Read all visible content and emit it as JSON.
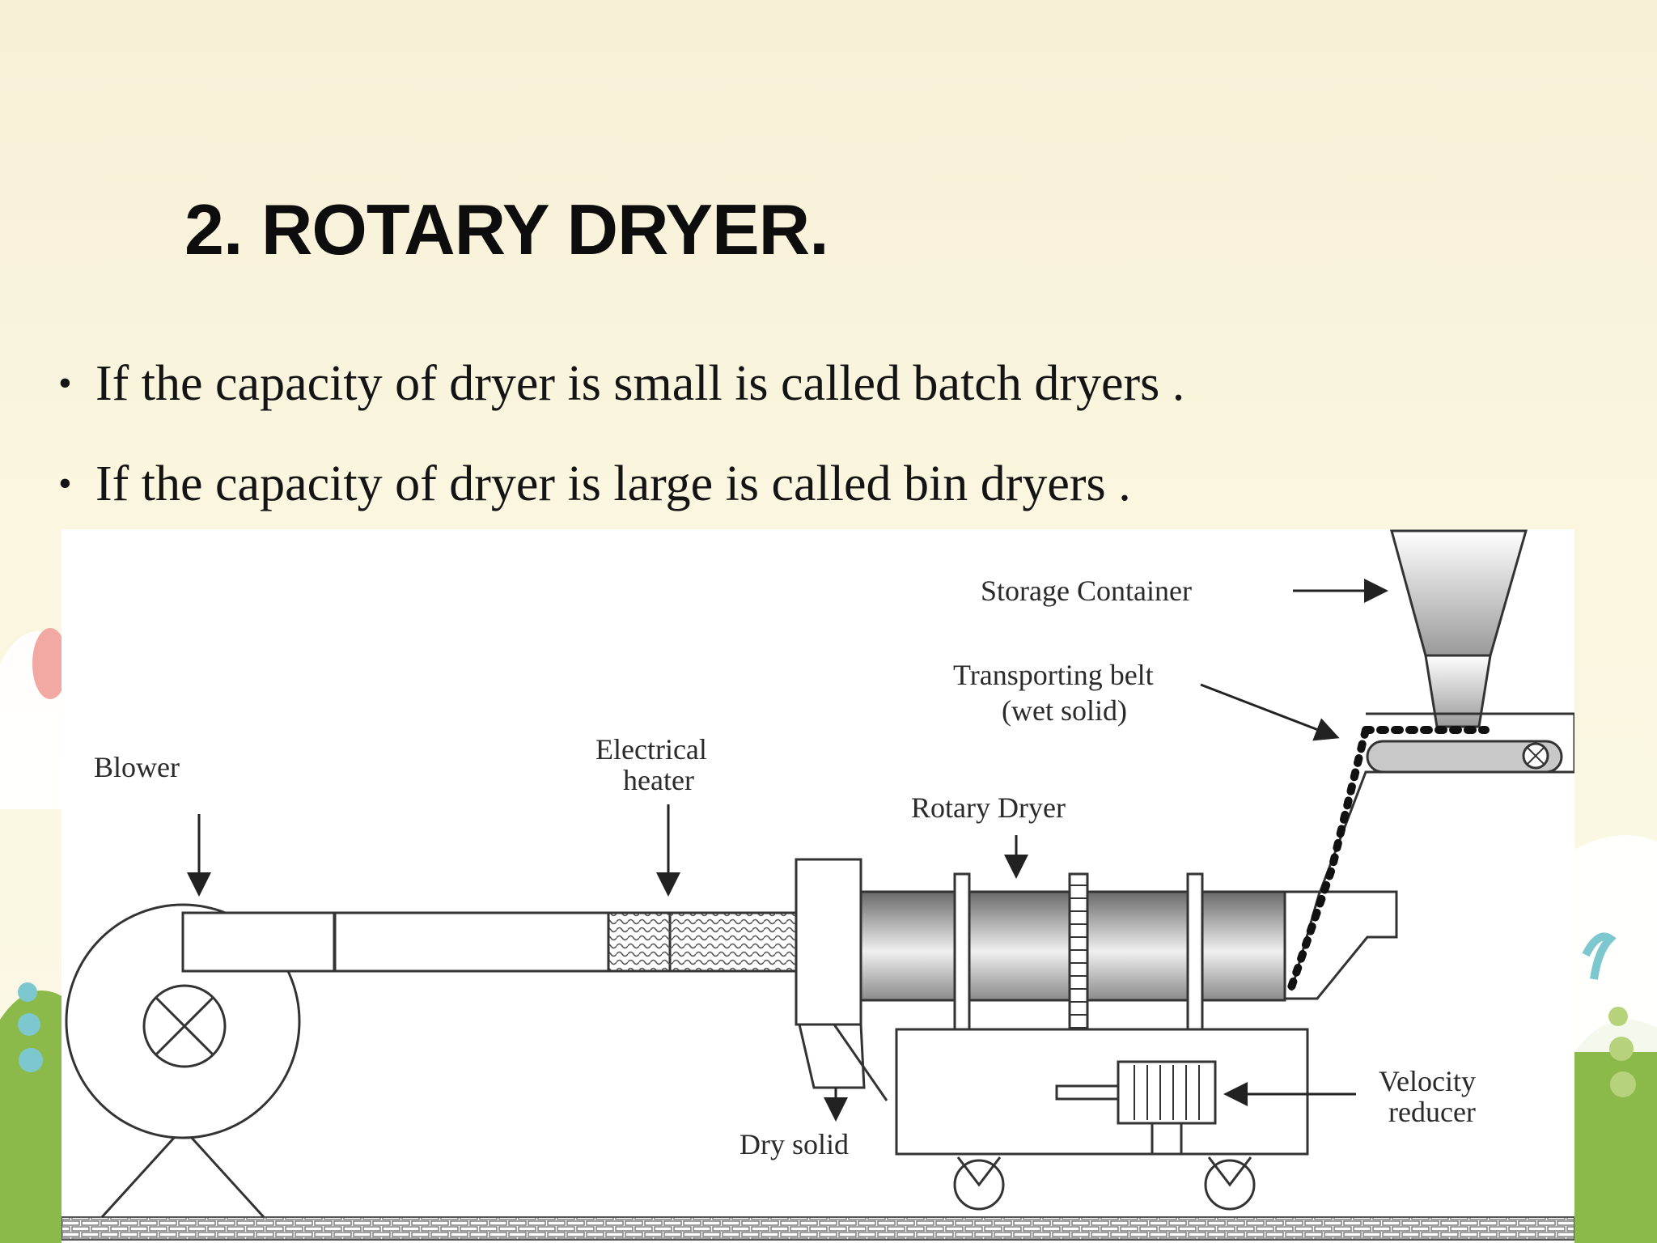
{
  "slide": {
    "title": "2. ROTARY DRYER.",
    "bullets": [
      "If the capacity of dryer is small is called batch dryers .",
      "If the capacity of dryer is large is called bin dryers ."
    ]
  },
  "diagram": {
    "labels": {
      "storage_container": "Storage Container",
      "transport_belt_1": "Transporting belt",
      "transport_belt_2": "(wet solid)",
      "blower": "Blower",
      "heater_1": "Electrical",
      "heater_2": "heater",
      "rotary_dryer": "Rotary Dryer",
      "velocity_1": "Velocity",
      "velocity_2": "reducer",
      "dry_solid": "Dry solid"
    }
  }
}
